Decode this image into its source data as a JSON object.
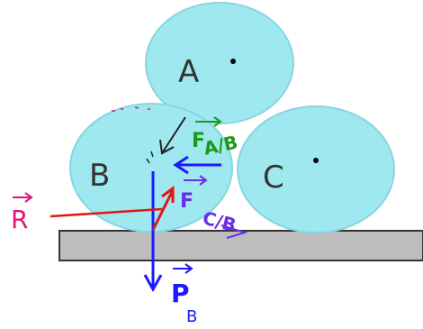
{
  "diagram": {
    "ball_labels": {
      "A": "A",
      "B": "B",
      "C": "C"
    },
    "force_labels": {
      "reaction": "R",
      "weight": "P",
      "weight_subscript": "B",
      "force_a_on_b": "F",
      "force_a_on_b_subscript": "A/B",
      "force_c_on_b": "F",
      "force_c_on_b_subscript": "C/B"
    },
    "colors": {
      "ball_fill": "#9fe8ef",
      "ball_stroke": "#7fd3de",
      "ground_fill": "#bdbdbd",
      "ground_stroke": "#333333",
      "reaction": "#e0157a",
      "weight": "#1a1aff",
      "force_a_on_b": "#1a9a1a",
      "force_c_on_b": "#6a2ee8",
      "resultant": "#e01515"
    }
  }
}
